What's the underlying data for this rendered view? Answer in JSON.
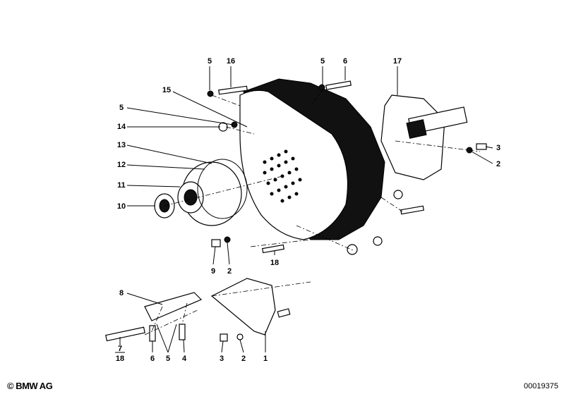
{
  "callouts": {
    "top": [
      "5",
      "16",
      "5",
      "6",
      "17"
    ],
    "left": [
      "15",
      "5",
      "14",
      "13",
      "12",
      "11",
      "10"
    ],
    "right": [
      "3",
      "2"
    ],
    "middle": [
      "9",
      "2",
      "18",
      "8"
    ],
    "bottom": [
      "7",
      "18",
      "6",
      "5",
      "4",
      "3",
      "2",
      "1"
    ]
  },
  "footer": {
    "copyright": "© BMW AG",
    "diagram_id": "00019375"
  }
}
